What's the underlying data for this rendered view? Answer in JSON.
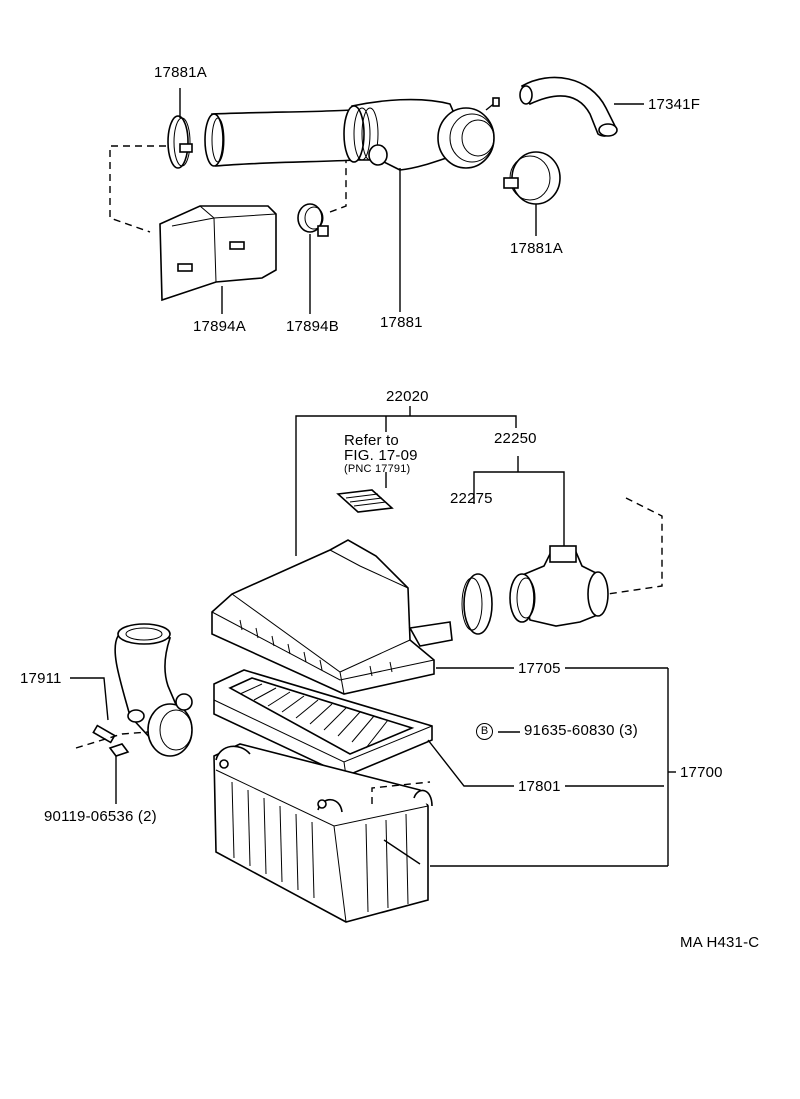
{
  "labels": {
    "p17881A_top": "17881A",
    "p17341F": "17341F",
    "p17881A_right": "17881A",
    "p17894A": "17894A",
    "p17894B": "17894B",
    "p17881": "17881",
    "p22020": "22020",
    "refer_line1": "Refer  to",
    "refer_line2": "FIG. 17-09",
    "refer_line3": "(PNC  17791)",
    "p22250": "22250",
    "p22275": "22275",
    "p17911": "17911",
    "p17705": "17705",
    "p91635": "91635-60830 (3)",
    "badge_b": "B",
    "p17801": "17801",
    "p17700": "17700",
    "p90119": "90119-06536 (2)",
    "figure_code": "MA  H431-C"
  }
}
